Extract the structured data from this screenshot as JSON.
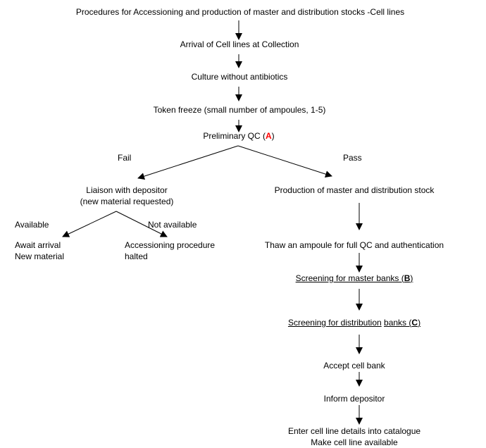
{
  "title": "Procedures for Accessioning and production of master and distribution stocks -Cell lines",
  "nodes": {
    "arrival": "Arrival of Cell lines at Collection",
    "culture": "Culture without antibiotics",
    "token_freeze": "Token freeze (small number of ampoules, 1-5)",
    "prelim_qc": {
      "text": "Preliminary QC (",
      "ref": "A",
      "close": ")"
    },
    "liaison": {
      "line1": "Liaison with depositor",
      "line2": "(new material requested)"
    },
    "production": "Production of master and distribution stock",
    "await": {
      "line1": "Await arrival",
      "line2": "New material"
    },
    "halted": {
      "line1": "Accessioning procedure",
      "line2": "halted"
    },
    "thaw": "Thaw an ampoule for full QC and authentication",
    "screen_master": {
      "text": "Screening for master banks (",
      "ref": "B",
      "close": ")"
    },
    "screen_dist": {
      "text1": "Screening for distribution",
      "text2": "banks (",
      "ref": "C",
      "close": ")"
    },
    "accept": "Accept cell bank",
    "inform": "Inform depositor",
    "enter": {
      "line1": "Enter cell line details into catalogue",
      "line2": "Make cell line available"
    }
  },
  "edge_labels": {
    "fail": "Fail",
    "pass": "Pass",
    "available": "Available",
    "not_available": "Not available"
  },
  "colors": {
    "reference": "#ff0000",
    "arrow": "#000000"
  }
}
